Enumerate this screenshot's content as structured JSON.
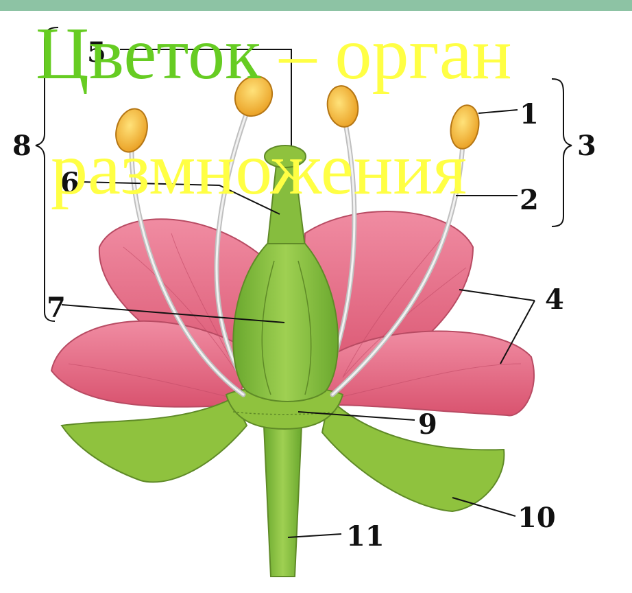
{
  "title": {
    "line1_part1": "Цветок",
    "line1_part2": " – орган",
    "line2": "размножения",
    "colors": {
      "green": "#66cc22",
      "yellow": "#ffff44"
    }
  },
  "labels": {
    "l1": "1",
    "l2": "2",
    "l3": "3",
    "l4": "4",
    "l5": "5",
    "l6": "6",
    "l7": "7",
    "l8": "8",
    "l9": "9",
    "l10": "10",
    "l11": "11"
  },
  "colors": {
    "top_bar": "#8dc3a4",
    "petal": "#e9798f",
    "petal_dark": "#d2566f",
    "sepal": "#8fc23e",
    "stem": "#7fb33a",
    "pistil": "#78b13a",
    "anther": "#f2b636",
    "filament": "#d8d8d8"
  }
}
